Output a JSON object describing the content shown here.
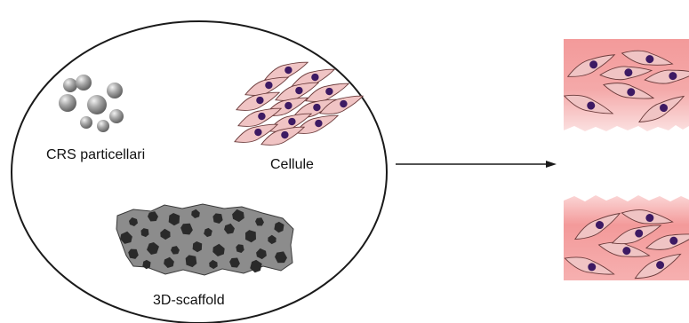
{
  "diagram": {
    "labels": {
      "particles": "CRS particellari",
      "cells": "Cellule",
      "scaffold": "3D-scaffold"
    },
    "colors": {
      "outline": "#1a1a1a",
      "cell_body": "#f0c4c4",
      "cell_outline": "#6b3b3b",
      "nucleus": "#3d1a63",
      "sphere": "#9a9a9a",
      "scaffold": "#8c8c8c",
      "scaffold_hole": "#2a2a2a",
      "tissue": "#f39a9a"
    },
    "icons": [
      "sphere-particle-icon",
      "spindle-cell-icon",
      "porous-scaffold-icon",
      "right-arrow-icon"
    ]
  }
}
